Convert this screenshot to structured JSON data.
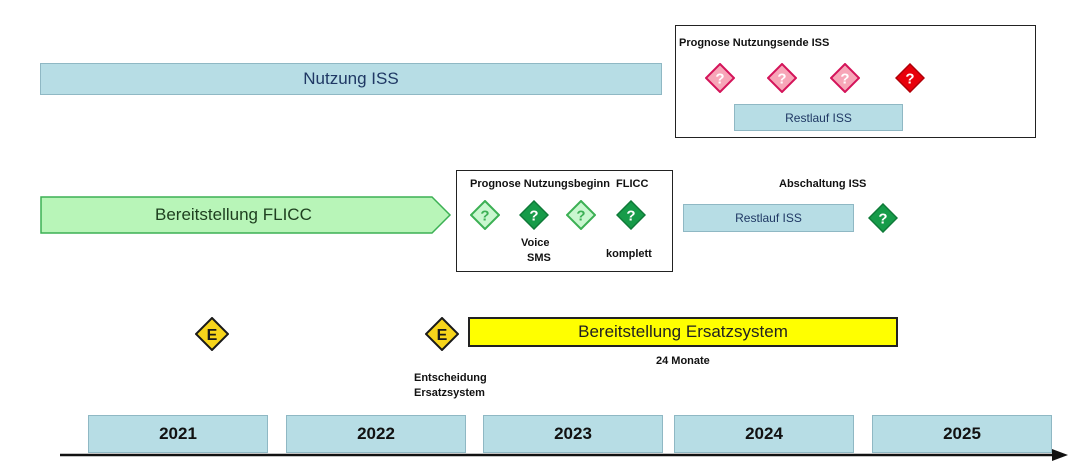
{
  "row1": {
    "bar_label": "Nutzung ISS",
    "prognosis_title": "Prognose Nutzungsende ISS",
    "restlauf_label": "Restlauf ISS"
  },
  "row2": {
    "arrow_label": "Bereitstellung FLICC",
    "prognosis_title": "Prognose Nutzungsbeginn  FLICC",
    "voice_label": "Voice",
    "sms_label": "SMS",
    "komplett_label": "komplett",
    "abschaltung_label": "Abschaltung ISS",
    "restlauf_label": "Restlauf ISS"
  },
  "row3": {
    "marker_letter": "E",
    "ersatz_label": "Bereitstellung Ersatzsystem",
    "duration_label": "24 Monate",
    "decision_line1": "Entscheidung",
    "decision_line2": "Ersatzsystem"
  },
  "timeline": {
    "years": [
      "2021",
      "2022",
      "2023",
      "2024",
      "2025"
    ]
  },
  "icons": {
    "question_glyph": "?"
  },
  "colors": {
    "iss_bar": "#b7dde5",
    "flicc_arrow": "#b8f5b8",
    "ersatz_bar": "#ffff00",
    "pink_diamond": "#f7a6b8",
    "red_diamond": "#e8000b",
    "green_dark": "#169b49",
    "green_light": "#c9f7cf",
    "marker_fill": "#f7d51b"
  }
}
